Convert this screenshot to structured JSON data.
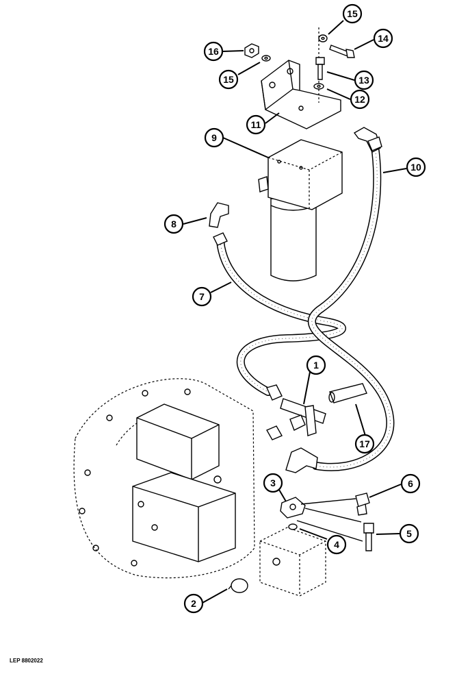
{
  "diagram": {
    "reference_code": "LEP 8802022",
    "callouts": {
      "c1": "1",
      "c2": "2",
      "c3": "3",
      "c4": "4",
      "c5": "5",
      "c6": "6",
      "c7": "7",
      "c8": "8",
      "c9": "9",
      "c10": "10",
      "c11": "11",
      "c12": "12",
      "c13": "13",
      "c14": "14",
      "c15a": "15",
      "c15b": "15",
      "c16": "16",
      "c17": "17"
    }
  }
}
